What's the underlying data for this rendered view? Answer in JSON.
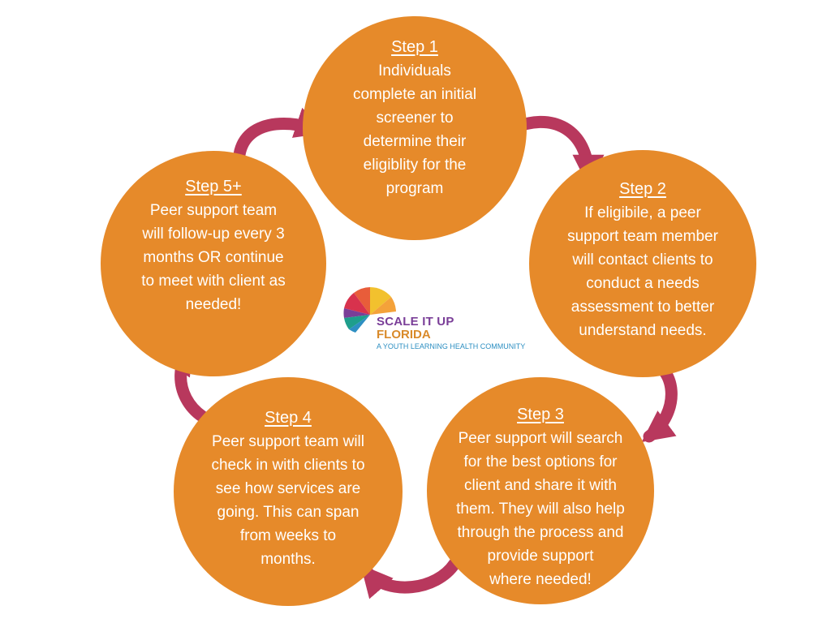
{
  "colors": {
    "circle_fill": "#E68A2A",
    "circle_text": "#FFFFFF",
    "arrow": "#B8385D",
    "logo_primary": "#7A3E98",
    "logo_secondary": "#D98A2A",
    "logo_tagline": "#2D8FC2"
  },
  "steps": [
    {
      "title": "Step 1",
      "text": "Individuals\ncomplete an initial\nscreener to\ndetermine their\neligiblity for the\nprogram"
    },
    {
      "title": "Step 2",
      "text": "If eligibile, a peer\nsupport team member\nwill contact clients to\nconduct a needs\nassessment to better\nunderstand needs."
    },
    {
      "title": "Step 3",
      "text": "Peer support will search\nfor the best options for\nclient and share it with\nthem. They will also help\nthrough the process and\nprovide support\nwhere needed!"
    },
    {
      "title": "Step 4",
      "text": "Peer support team will\ncheck in with clients to\nsee how services are\ngoing. This can span\nfrom weeks to\nmonths."
    },
    {
      "title": "Step 5+",
      "text": "Peer support team\nwill follow-up every 3\nmonths OR continue\nto meet with client as\nneeded!"
    }
  ],
  "logo": {
    "name_line1": "SCALE IT UP",
    "name_line2": "FLORIDA",
    "tagline": "A YOUTH LEARNING HEALTH COMMUNITY"
  }
}
